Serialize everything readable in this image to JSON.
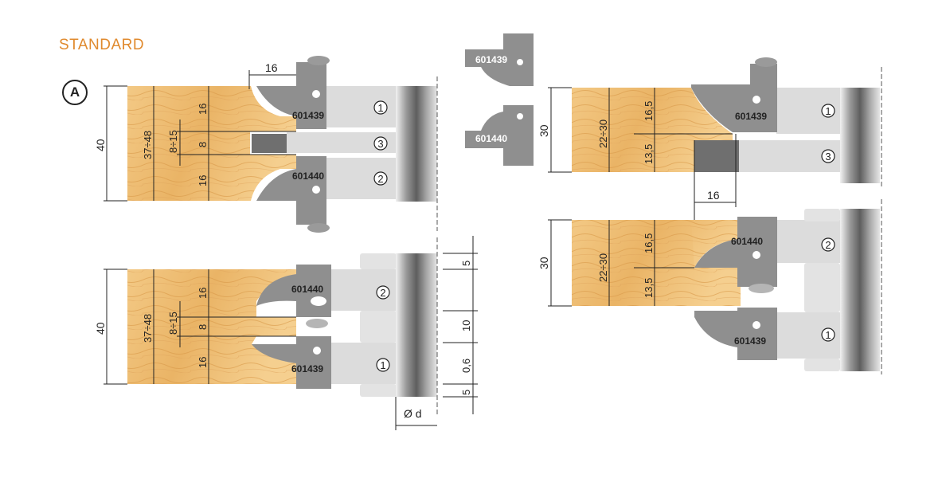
{
  "header": {
    "title": "STANDARD",
    "badge": "A"
  },
  "codes": {
    "upper": "601439",
    "lower": "601440"
  },
  "cutters": {
    "one": "1",
    "two": "2",
    "three": "3"
  },
  "dims": {
    "d16": "16",
    "d40": "40",
    "d30": "30",
    "d8": "8",
    "r37_48": "37÷48",
    "r8_15": "8÷15",
    "r22_30": "22÷30",
    "d16_5": "16,5",
    "d13_5": "13,5",
    "d5": "5",
    "d10": "10",
    "d0_6": "0,6",
    "bore": "Ø d"
  },
  "colors": {
    "accent": "#e08a2e",
    "wood": "#f0c27a",
    "steel": "#8c8c8c",
    "body": "#d9d9d9"
  }
}
